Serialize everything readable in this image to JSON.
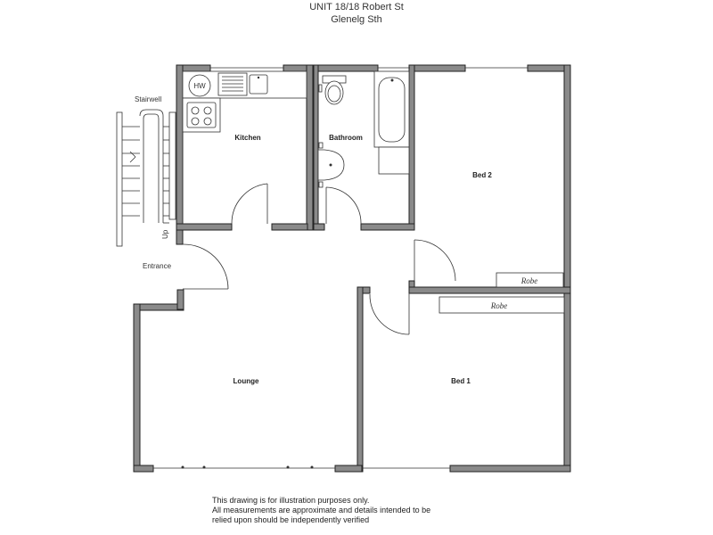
{
  "header": {
    "line1": "UNIT 18/18 Robert St",
    "line2": "Glenelg Sth"
  },
  "rooms": {
    "kitchen": "Kitchen",
    "bathroom": "Bathroom",
    "bed2": "Bed 2",
    "bed1": "Bed 1",
    "lounge": "Lounge",
    "entrance": "Entrance",
    "stairwell": "Stairwell"
  },
  "fixtures": {
    "hot_water": "HW",
    "robe_bed2": "Robe",
    "robe_bed1": "Robe",
    "stairs_up": "Up"
  },
  "disclaimer": {
    "line1": "This drawing is for illustration purposes only.",
    "line2": "All measurements are approximate and details intended to be",
    "line3": "relied upon should be independently verified"
  }
}
